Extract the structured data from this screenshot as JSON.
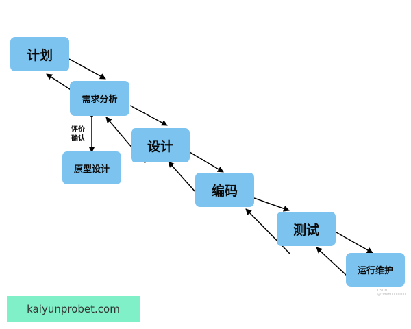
{
  "stages": {
    "plan": "计划",
    "requirements": "需求分析",
    "prototype": "原型设计",
    "design": "设计",
    "coding": "编码",
    "testing": "测试",
    "maintenance": "运行维护"
  },
  "side_label": {
    "line1": "评价",
    "line2": "确认"
  },
  "watermark": "CSDN @Yimin0000000",
  "banner": "kaiyunprobet.com",
  "colors": {
    "box": "#7cc4ef",
    "arrow": "#000000",
    "banner": "#7ff0c8"
  }
}
